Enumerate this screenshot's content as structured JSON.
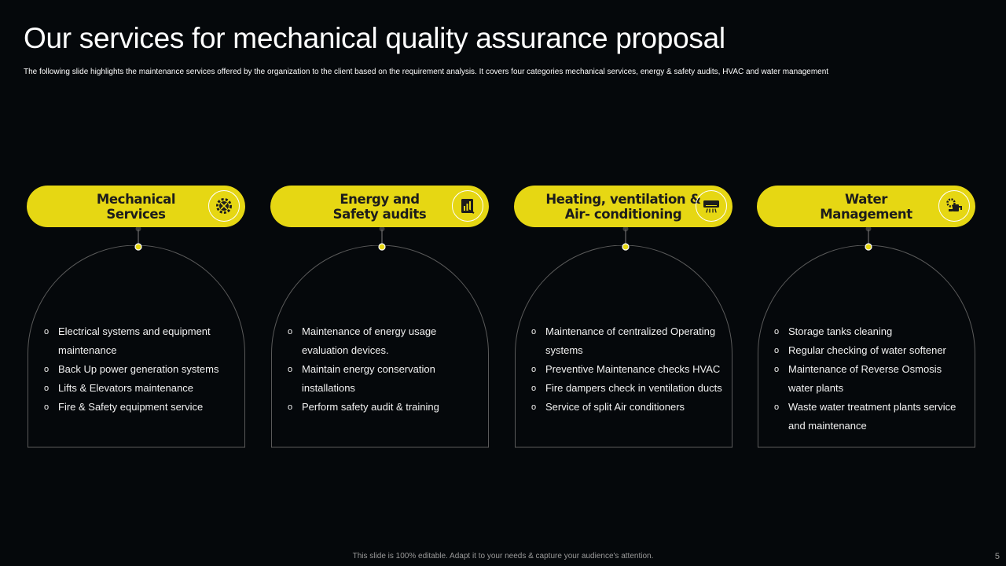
{
  "slide": {
    "title": "Our services for mechanical quality assurance proposal",
    "subtitle": "The following slide highlights the maintenance services offered by the organization to the client based on the requirement analysis. It covers four categories mechanical services, energy & safety audits, HVAC and water management",
    "footer": "This slide is 100% editable. Adapt it to your needs & capture your audience's attention.",
    "page_number": "5"
  },
  "colors": {
    "background": "#05080b",
    "accent": "#e6d713",
    "pill_text": "#1c1c1c",
    "outline": "#5a5a5a"
  },
  "bullet": "o",
  "cards": [
    {
      "title_line1": "Mechanical",
      "title_line2": "Services",
      "icon": "gear-wrench-icon",
      "items": [
        "Electrical systems and equipment maintenance",
        "Back Up power generation systems",
        "Lifts & Elevators  maintenance",
        "Fire & Safety equipment  service"
      ]
    },
    {
      "title_line1": "Energy and",
      "title_line2": "Safety audits",
      "icon": "audit-report-icon",
      "items": [
        "Maintenance of energy usage evaluation  devices.",
        "Maintain energy conservation installations",
        "Perform  safety audit & training"
      ]
    },
    {
      "title_line1": "Heating, ventilation &",
      "title_line2": "Air- conditioning",
      "icon": "air-conditioner-icon",
      "items": [
        "Maintenance of centralized Operating systems",
        "Preventive  Maintenance checks HVAC",
        "Fire dampers check in ventilation  ducts",
        "Service  of split Air conditioners"
      ]
    },
    {
      "title_line1": "Water",
      "title_line2": "Management",
      "icon": "water-pump-icon",
      "items": [
        "Storage tanks cleaning",
        "Regular checking of water softener",
        "Maintenance of Reverse  Osmosis water plants",
        "Waste water treatment plants service and maintenance"
      ]
    }
  ]
}
